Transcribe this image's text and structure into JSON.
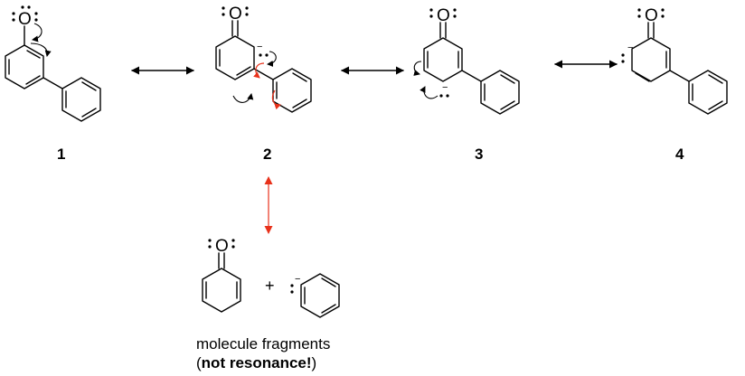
{
  "atom_symbol": "O",
  "negative_sign": "−",
  "plus_sign": "+",
  "labels": {
    "s1": "1",
    "s2": "2",
    "s3": "3",
    "s4": "4"
  },
  "caption": {
    "line1": "molecule fragments",
    "open_paren": "(",
    "bold": "not resonance!",
    "close_paren": ")"
  },
  "colors": {
    "ink": "#000000",
    "red_arrow": "#e8311a"
  }
}
